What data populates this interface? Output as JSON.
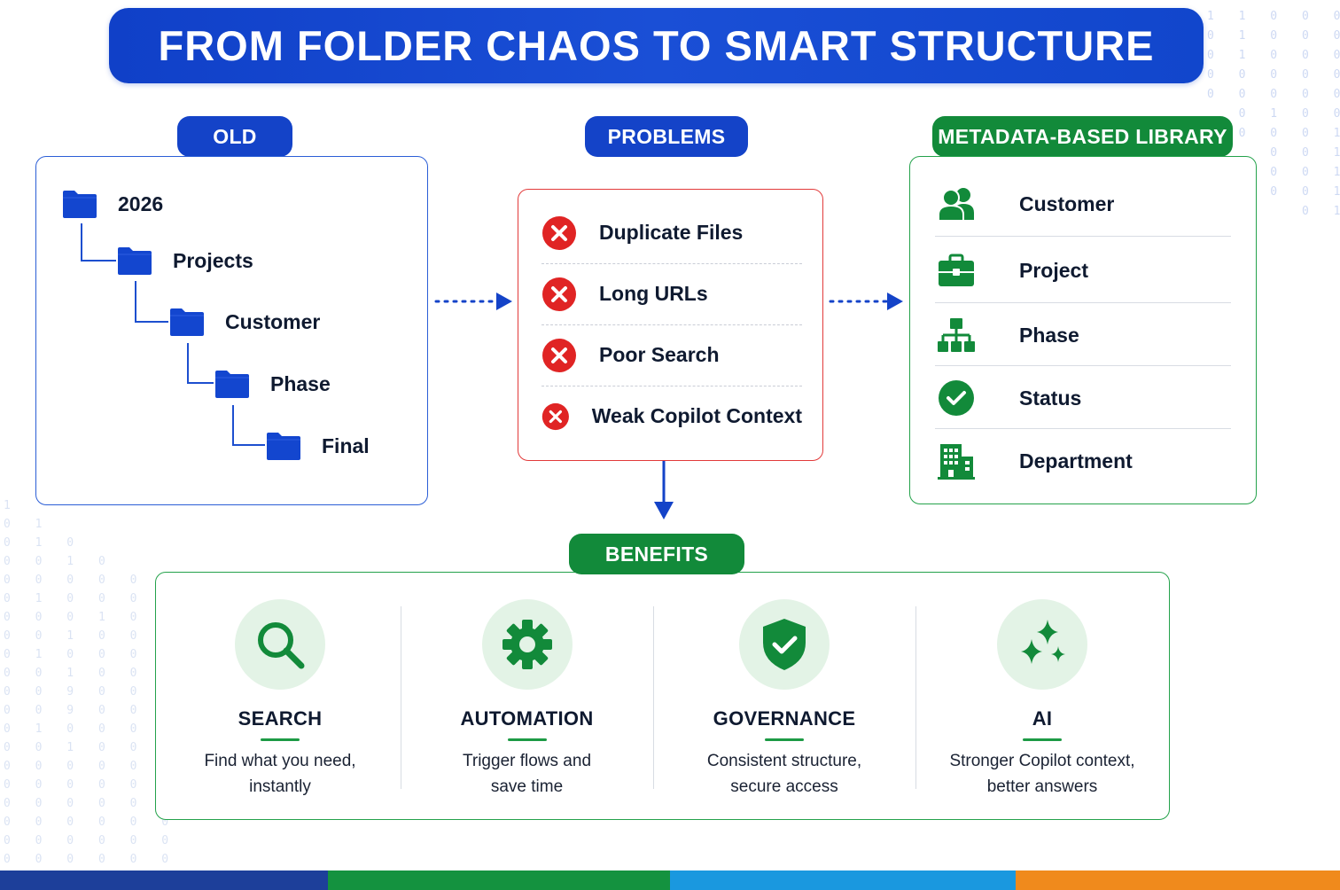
{
  "title": "FROM FOLDER CHAOS TO SMART STRUCTURE",
  "old": {
    "label": "OLD",
    "folders": [
      {
        "name": "2026",
        "icon": "folder-icon"
      },
      {
        "name": "Projects",
        "icon": "folder-icon"
      },
      {
        "name": "Customer",
        "icon": "folder-icon"
      },
      {
        "name": "Phase",
        "icon": "folder-icon"
      },
      {
        "name": "Final",
        "icon": "folder-icon"
      }
    ]
  },
  "problems": {
    "label": "PROBLEMS",
    "items": [
      {
        "name": "Duplicate Files",
        "icon": "error-x-icon"
      },
      {
        "name": "Long URLs",
        "icon": "error-x-icon"
      },
      {
        "name": "Poor Search",
        "icon": "error-x-icon"
      },
      {
        "name": "Weak Copilot Context",
        "icon": "error-x-icon"
      }
    ]
  },
  "metadata": {
    "label": "METADATA-BASED LIBRARY",
    "items": [
      {
        "name": "Customer",
        "icon": "people-icon"
      },
      {
        "name": "Project",
        "icon": "briefcase-icon"
      },
      {
        "name": "Phase",
        "icon": "hierarchy-icon"
      },
      {
        "name": "Status",
        "icon": "check-circle-icon"
      },
      {
        "name": "Department",
        "icon": "building-icon"
      }
    ]
  },
  "benefits": {
    "label": "BENEFITS",
    "items": [
      {
        "title": "SEARCH",
        "line1": "Find what you need,",
        "line2": "instantly",
        "icon": "search-icon"
      },
      {
        "title": "AUTOMATION",
        "line1": "Trigger flows and",
        "line2": "save time",
        "icon": "gear-icon"
      },
      {
        "title": "GOVERNANCE",
        "line1": "Consistent structure,",
        "line2": "secure access",
        "icon": "shield-check-icon"
      },
      {
        "title": "AI",
        "line1": "Stronger Copilot context,",
        "line2": "better answers",
        "icon": "sparkles-icon"
      }
    ]
  },
  "colors": {
    "primary_blue": "#1443c8",
    "green": "#128a3a",
    "error_red": "#e02424",
    "stripe": [
      "#1d3f9a",
      "#14923f",
      "#1a98df",
      "#f08a1c"
    ]
  }
}
